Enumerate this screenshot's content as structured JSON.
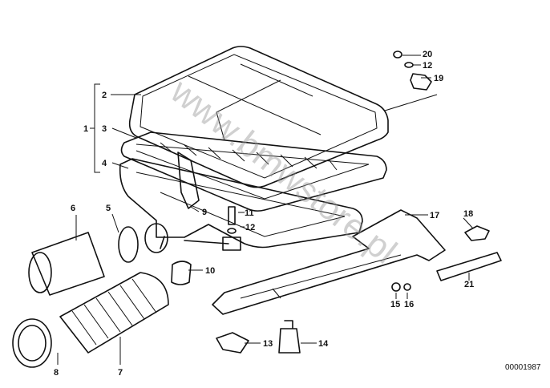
{
  "watermark": "www.bmwstore.pl",
  "drawing_number": "00001987",
  "labels": {
    "p1": "1",
    "p2": "2",
    "p3": "3",
    "p4": "4",
    "p5": "5",
    "p6": "6",
    "p7": "7",
    "p8": "8",
    "p9": "9",
    "p10": "10",
    "p11": "11",
    "p12a": "12",
    "p12b": "12",
    "p13": "13",
    "p14": "14",
    "p15": "15",
    "p16": "16",
    "p17": "17",
    "p18": "18",
    "p19": "19",
    "p20": "20",
    "p21": "21"
  }
}
